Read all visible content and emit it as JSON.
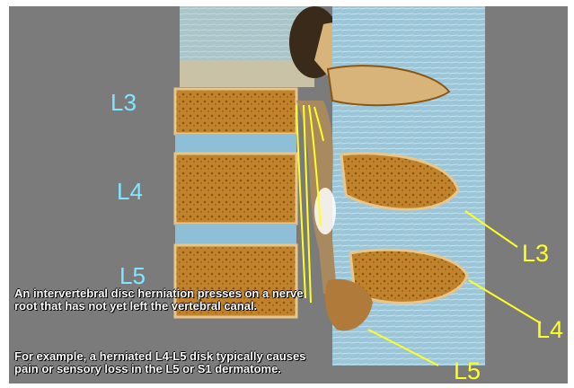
{
  "labels": {
    "left": [
      "L3",
      "L4",
      "L5"
    ],
    "right": [
      "L3",
      "L4",
      "L5"
    ]
  },
  "caption": {
    "paragraph1": "An intervertebral disc herniation presses on a nerve root that has not yet left the vertebral canal.",
    "paragraph2": "For example, a herniated L4-L5 disk typically causes pain or sensory loss in the L5 or S1 dermatome."
  },
  "colors": {
    "background": "#7b7b7b",
    "bone_cortex": "#e8c58a",
    "bone_marrow": "#b0741f",
    "disc": "#8fbfd6",
    "nerve": "#ffff22",
    "left_label": "#7fe7ff",
    "right_label": "#ffff22",
    "caption_text": "#ffffff"
  }
}
